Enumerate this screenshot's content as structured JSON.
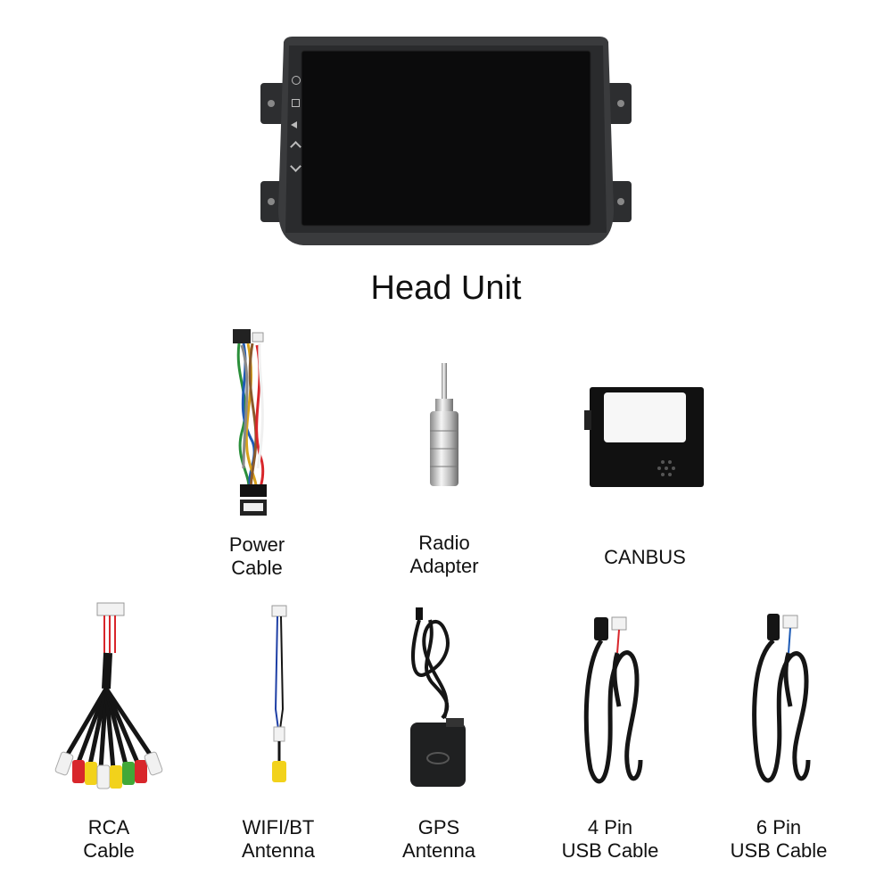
{
  "head_unit": {
    "label": "Head Unit",
    "side_button_icons": [
      "power-icon",
      "home-icon",
      "back-icon",
      "volume-up-icon",
      "volume-down-icon"
    ]
  },
  "accessories_row1": [
    {
      "id": "power-cable",
      "label": "Power\nCable"
    },
    {
      "id": "radio-adapter",
      "label": "Radio\nAdapter"
    },
    {
      "id": "canbus",
      "label": "CANBUS"
    }
  ],
  "accessories_row2": [
    {
      "id": "rca-cable",
      "label": "RCA\nCable"
    },
    {
      "id": "wifi-bt-antenna",
      "label": "WIFI/BT\nAntenna"
    },
    {
      "id": "gps-antenna",
      "label": "GPS\nAntenna"
    },
    {
      "id": "4pin-usb-cable",
      "label": "4 Pin\nUSB Cable"
    },
    {
      "id": "6pin-usb-cable",
      "label": "6 Pin\nUSB Cable"
    }
  ],
  "colors": {
    "frame": "#3a3b3d",
    "screen": "#0b0b0c",
    "cable": "#151515",
    "rca_red": "#d8262b",
    "rca_yellow": "#f2d21b",
    "rca_white": "#f1f1f1",
    "rca_green": "#41a838"
  }
}
